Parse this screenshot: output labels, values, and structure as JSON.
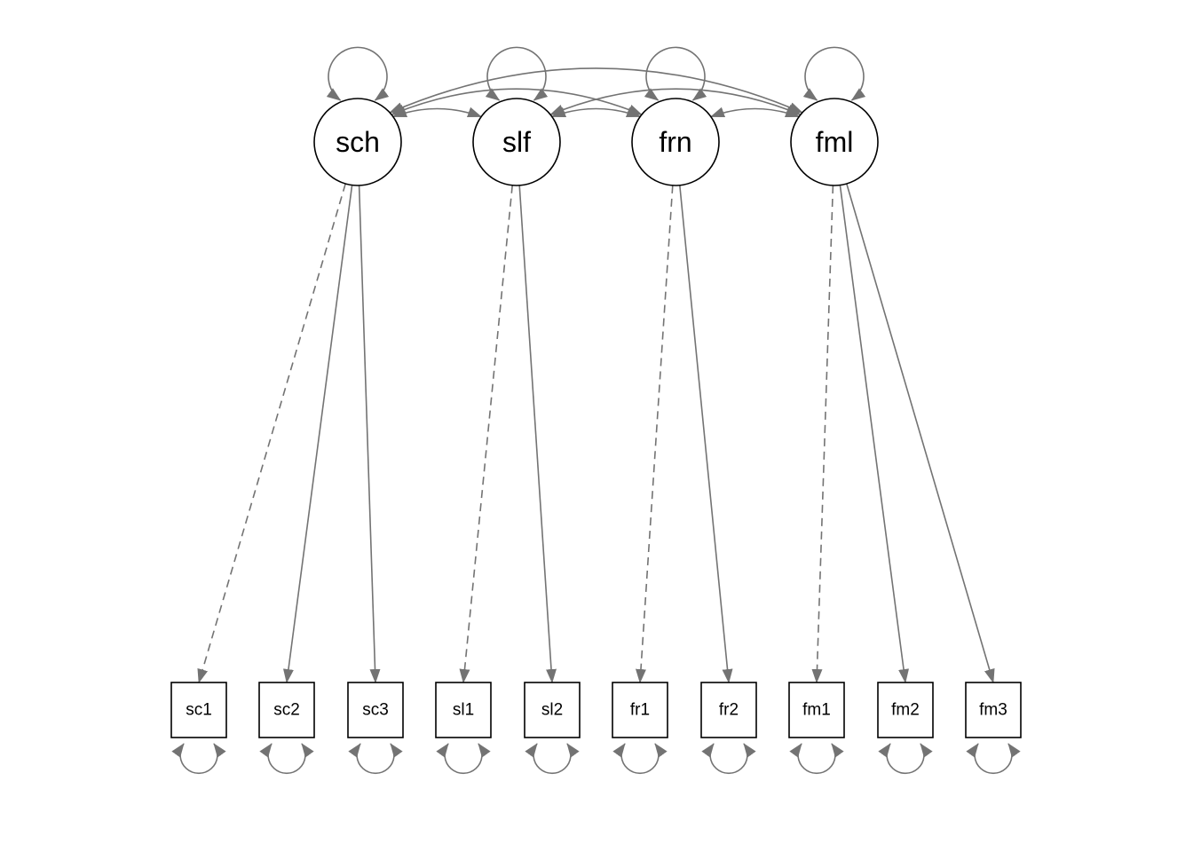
{
  "diagram": {
    "type": "structural-equation-model-path-diagram",
    "edge_color": "#737373",
    "node_stroke_color": "#000000",
    "latent_variables": [
      {
        "id": "sch",
        "label": "sch"
      },
      {
        "id": "slf",
        "label": "slf"
      },
      {
        "id": "frn",
        "label": "frn"
      },
      {
        "id": "fml",
        "label": "fml"
      }
    ],
    "observed_variables": [
      {
        "id": "sc1",
        "label": "sc1"
      },
      {
        "id": "sc2",
        "label": "sc2"
      },
      {
        "id": "sc3",
        "label": "sc3"
      },
      {
        "id": "sl1",
        "label": "sl1"
      },
      {
        "id": "sl2",
        "label": "sl2"
      },
      {
        "id": "fr1",
        "label": "fr1"
      },
      {
        "id": "fr2",
        "label": "fr2"
      },
      {
        "id": "fm1",
        "label": "fm1"
      },
      {
        "id": "fm2",
        "label": "fm2"
      },
      {
        "id": "fm3",
        "label": "fm3"
      }
    ],
    "loadings": [
      {
        "from": "sch",
        "to": "sc1",
        "fixed": true
      },
      {
        "from": "sch",
        "to": "sc2",
        "fixed": false
      },
      {
        "from": "sch",
        "to": "sc3",
        "fixed": false
      },
      {
        "from": "slf",
        "to": "sl1",
        "fixed": true
      },
      {
        "from": "slf",
        "to": "sl2",
        "fixed": false
      },
      {
        "from": "frn",
        "to": "fr1",
        "fixed": true
      },
      {
        "from": "frn",
        "to": "fr2",
        "fixed": false
      },
      {
        "from": "fml",
        "to": "fm1",
        "fixed": true
      },
      {
        "from": "fml",
        "to": "fm2",
        "fixed": false
      },
      {
        "from": "fml",
        "to": "fm3",
        "fixed": false
      }
    ],
    "covariances": [
      {
        "a": "sch",
        "b": "slf"
      },
      {
        "a": "sch",
        "b": "frn"
      },
      {
        "a": "sch",
        "b": "fml"
      },
      {
        "a": "slf",
        "b": "frn"
      },
      {
        "a": "slf",
        "b": "fml"
      },
      {
        "a": "frn",
        "b": "fml"
      }
    ],
    "latent_variances": [
      "sch",
      "slf",
      "frn",
      "fml"
    ],
    "residual_variances": [
      "sc1",
      "sc2",
      "sc3",
      "sl1",
      "sl2",
      "fr1",
      "fr2",
      "fm1",
      "fm2",
      "fm3"
    ]
  }
}
